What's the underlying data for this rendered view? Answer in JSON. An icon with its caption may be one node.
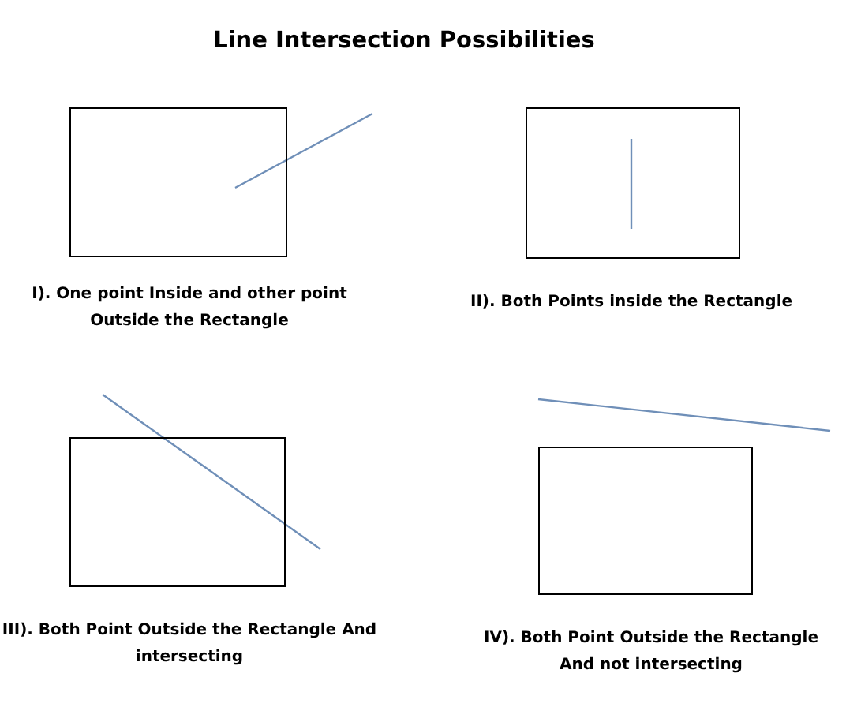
{
  "diagram": {
    "title": "Line Intersection Possibilities",
    "nodes": [
      {
        "text": [],
        "shape": "box",
        "beside": [
          "I). One point Inside and other point Outside the Rectangle"
        ]
      },
      {
        "text": [],
        "shape": "box",
        "beside": [
          "II). Both Points inside the Rectangle"
        ]
      },
      {
        "text": [],
        "shape": "box",
        "beside": [
          "III). Both Point Outside the Rectangle And intersecting"
        ]
      },
      {
        "text": [],
        "shape": "box",
        "beside": [
          "IV). Both Point Outside the Rectangle And not intersecting"
        ]
      }
    ],
    "edges": []
  }
}
